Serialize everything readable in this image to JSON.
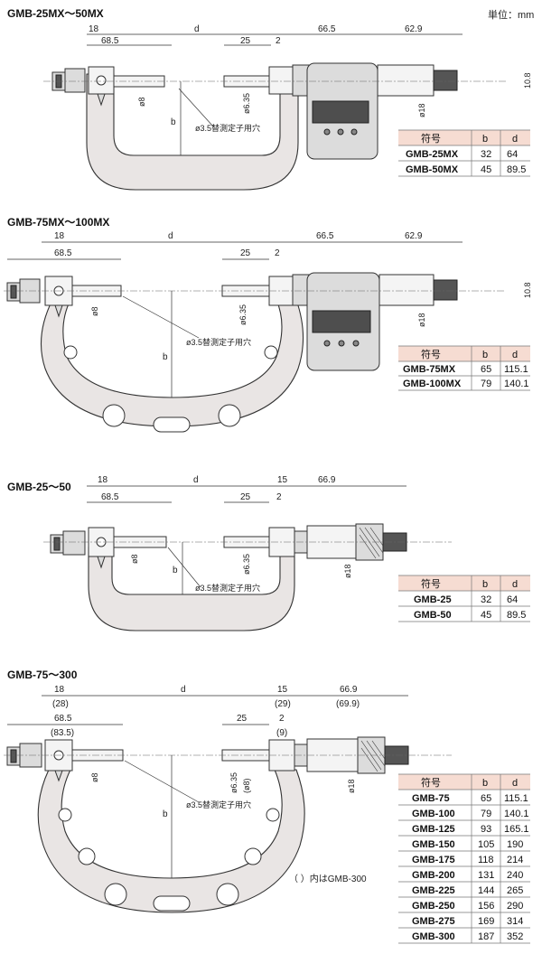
{
  "unit_label": "単位：mm",
  "sections": [
    {
      "title": "GMB-25MX～50MX",
      "dims": {
        "d18": "18",
        "d68": "68.5",
        "dd": "d",
        "d25": "25",
        "d2": "2",
        "d66": "66.5",
        "d62": "62.9",
        "d108": "10.8",
        "phi8": "ø8",
        "phi635": "ø6.35",
        "phi18": "ø18",
        "b": "b",
        "hole": "ø3.5替測定子用穴"
      },
      "table": {
        "header": [
          "符号",
          "b",
          "d"
        ],
        "rows": [
          [
            "GMB-25MX",
            "32",
            "64"
          ],
          [
            "GMB-50MX",
            "45",
            "89.5"
          ]
        ]
      }
    },
    {
      "title": "GMB-75MX～100MX",
      "dims": {
        "d18": "18",
        "d68": "68.5",
        "dd": "d",
        "d25": "25",
        "d2": "2",
        "d66": "66.5",
        "d62": "62.9",
        "d108": "10.8",
        "phi8": "ø8",
        "phi635": "ø6.35",
        "phi18": "ø18",
        "b": "b",
        "hole": "ø3.5替測定子用穴"
      },
      "table": {
        "header": [
          "符号",
          "b",
          "d"
        ],
        "rows": [
          [
            "GMB-75MX",
            "65",
            "115.1"
          ],
          [
            "GMB-100MX",
            "79",
            "140.1"
          ]
        ]
      }
    },
    {
      "title": "GMB-25～50",
      "dims": {
        "d18": "18",
        "d68": "68.5",
        "dd": "d",
        "d25": "25",
        "d15": "15",
        "d2": "2",
        "d669": "66.9",
        "phi8": "ø8",
        "phi635": "ø6.35",
        "phi18": "ø18",
        "b": "b",
        "hole": "ø3.5替測定子用穴"
      },
      "table": {
        "header": [
          "符号",
          "b",
          "d"
        ],
        "rows": [
          [
            "GMB-25",
            "32",
            "64"
          ],
          [
            "GMB-50",
            "45",
            "89.5"
          ]
        ]
      }
    },
    {
      "title": "GMB-75～300",
      "dims": {
        "d18": "18",
        "d28": "(28)",
        "d68": "68.5",
        "d835": "(83.5)",
        "dd": "d",
        "d25": "25",
        "d15": "15",
        "d29": "(29)",
        "d2": "2",
        "d9": "(9)",
        "d669": "66.9",
        "d699": "(69.9)",
        "phi8": "ø8",
        "phi635": "ø6.35",
        "phi8p": "(ø8)",
        "phi18": "ø18",
        "b": "b",
        "hole": "ø3.5替測定子用穴",
        "note": "（ ）内はGMB-300"
      },
      "table": {
        "header": [
          "符号",
          "b",
          "d"
        ],
        "rows": [
          [
            "GMB-75",
            "65",
            "115.1"
          ],
          [
            "GMB-100",
            "79",
            "140.1"
          ],
          [
            "GMB-125",
            "93",
            "165.1"
          ],
          [
            "GMB-150",
            "105",
            "190"
          ],
          [
            "GMB-175",
            "118",
            "214"
          ],
          [
            "GMB-200",
            "131",
            "240"
          ],
          [
            "GMB-225",
            "144",
            "265"
          ],
          [
            "GMB-250",
            "156",
            "290"
          ],
          [
            "GMB-275",
            "169",
            "314"
          ],
          [
            "GMB-300",
            "187",
            "352"
          ]
        ]
      }
    }
  ]
}
